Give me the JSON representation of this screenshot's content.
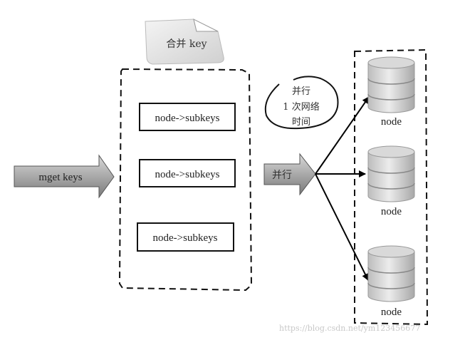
{
  "note_label": "合并 key",
  "input_arrow_label": "mget keys",
  "subkeys": [
    "node->subkeys",
    "node->subkeys",
    "node->subkeys"
  ],
  "parallel_arrow_label": "并行",
  "bubble": {
    "line1": "并行",
    "line2": "1 次网络",
    "line3": "时间"
  },
  "nodes": [
    "node",
    "node",
    "node"
  ],
  "watermark": "https://blog.csdn.net/ym123456677"
}
